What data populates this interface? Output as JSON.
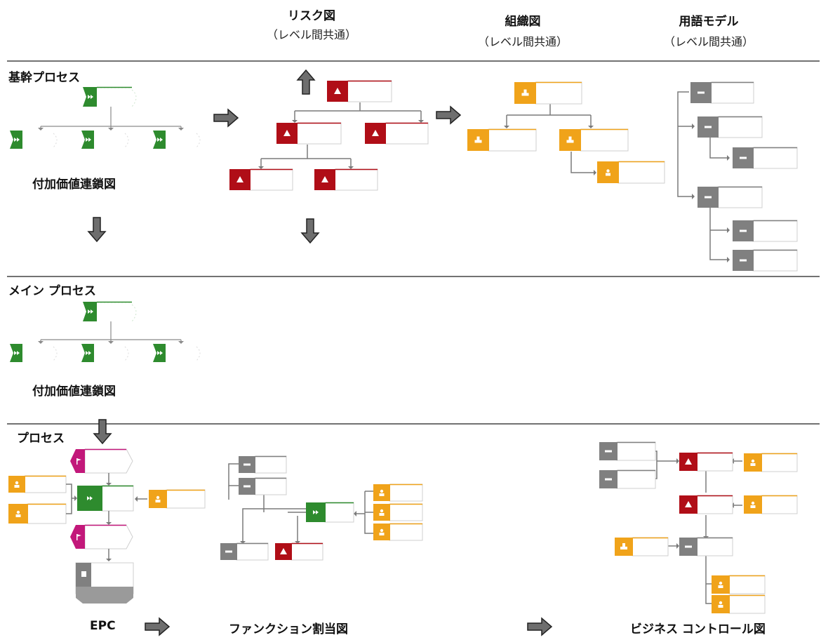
{
  "columns": [
    {
      "title": "リスク図",
      "note": "（レベル間共通）"
    },
    {
      "title": "組織図",
      "note": "（レベル間共通）"
    },
    {
      "title": "用語モデル",
      "note": "（レベル間共通）"
    }
  ],
  "levels": {
    "core": "基幹プロセス",
    "main": "メイン プロセス",
    "process": "プロセス"
  },
  "diagrams": {
    "vcd_core": "付加価値連鎖図",
    "vcd_main": "付加価値連鎖図",
    "epc": "EPC",
    "function_allocation": "ファンクション割当図",
    "business_control": "ビジネス コントロール図"
  },
  "colors": {
    "function_green": "#2e8b2e",
    "risk_red": "#b00e17",
    "org_orange": "#f0a31a",
    "term_gray": "#808080",
    "event_magenta": "#c2187a",
    "arrow_gray": "#6e6e6e"
  },
  "icons": {
    "function": "chevron-icon",
    "risk": "warning-triangle-icon",
    "org": "org-unit-icon",
    "person": "person-icon",
    "term": "minus-icon",
    "event": "flag-icon",
    "doc": "document-icon"
  }
}
